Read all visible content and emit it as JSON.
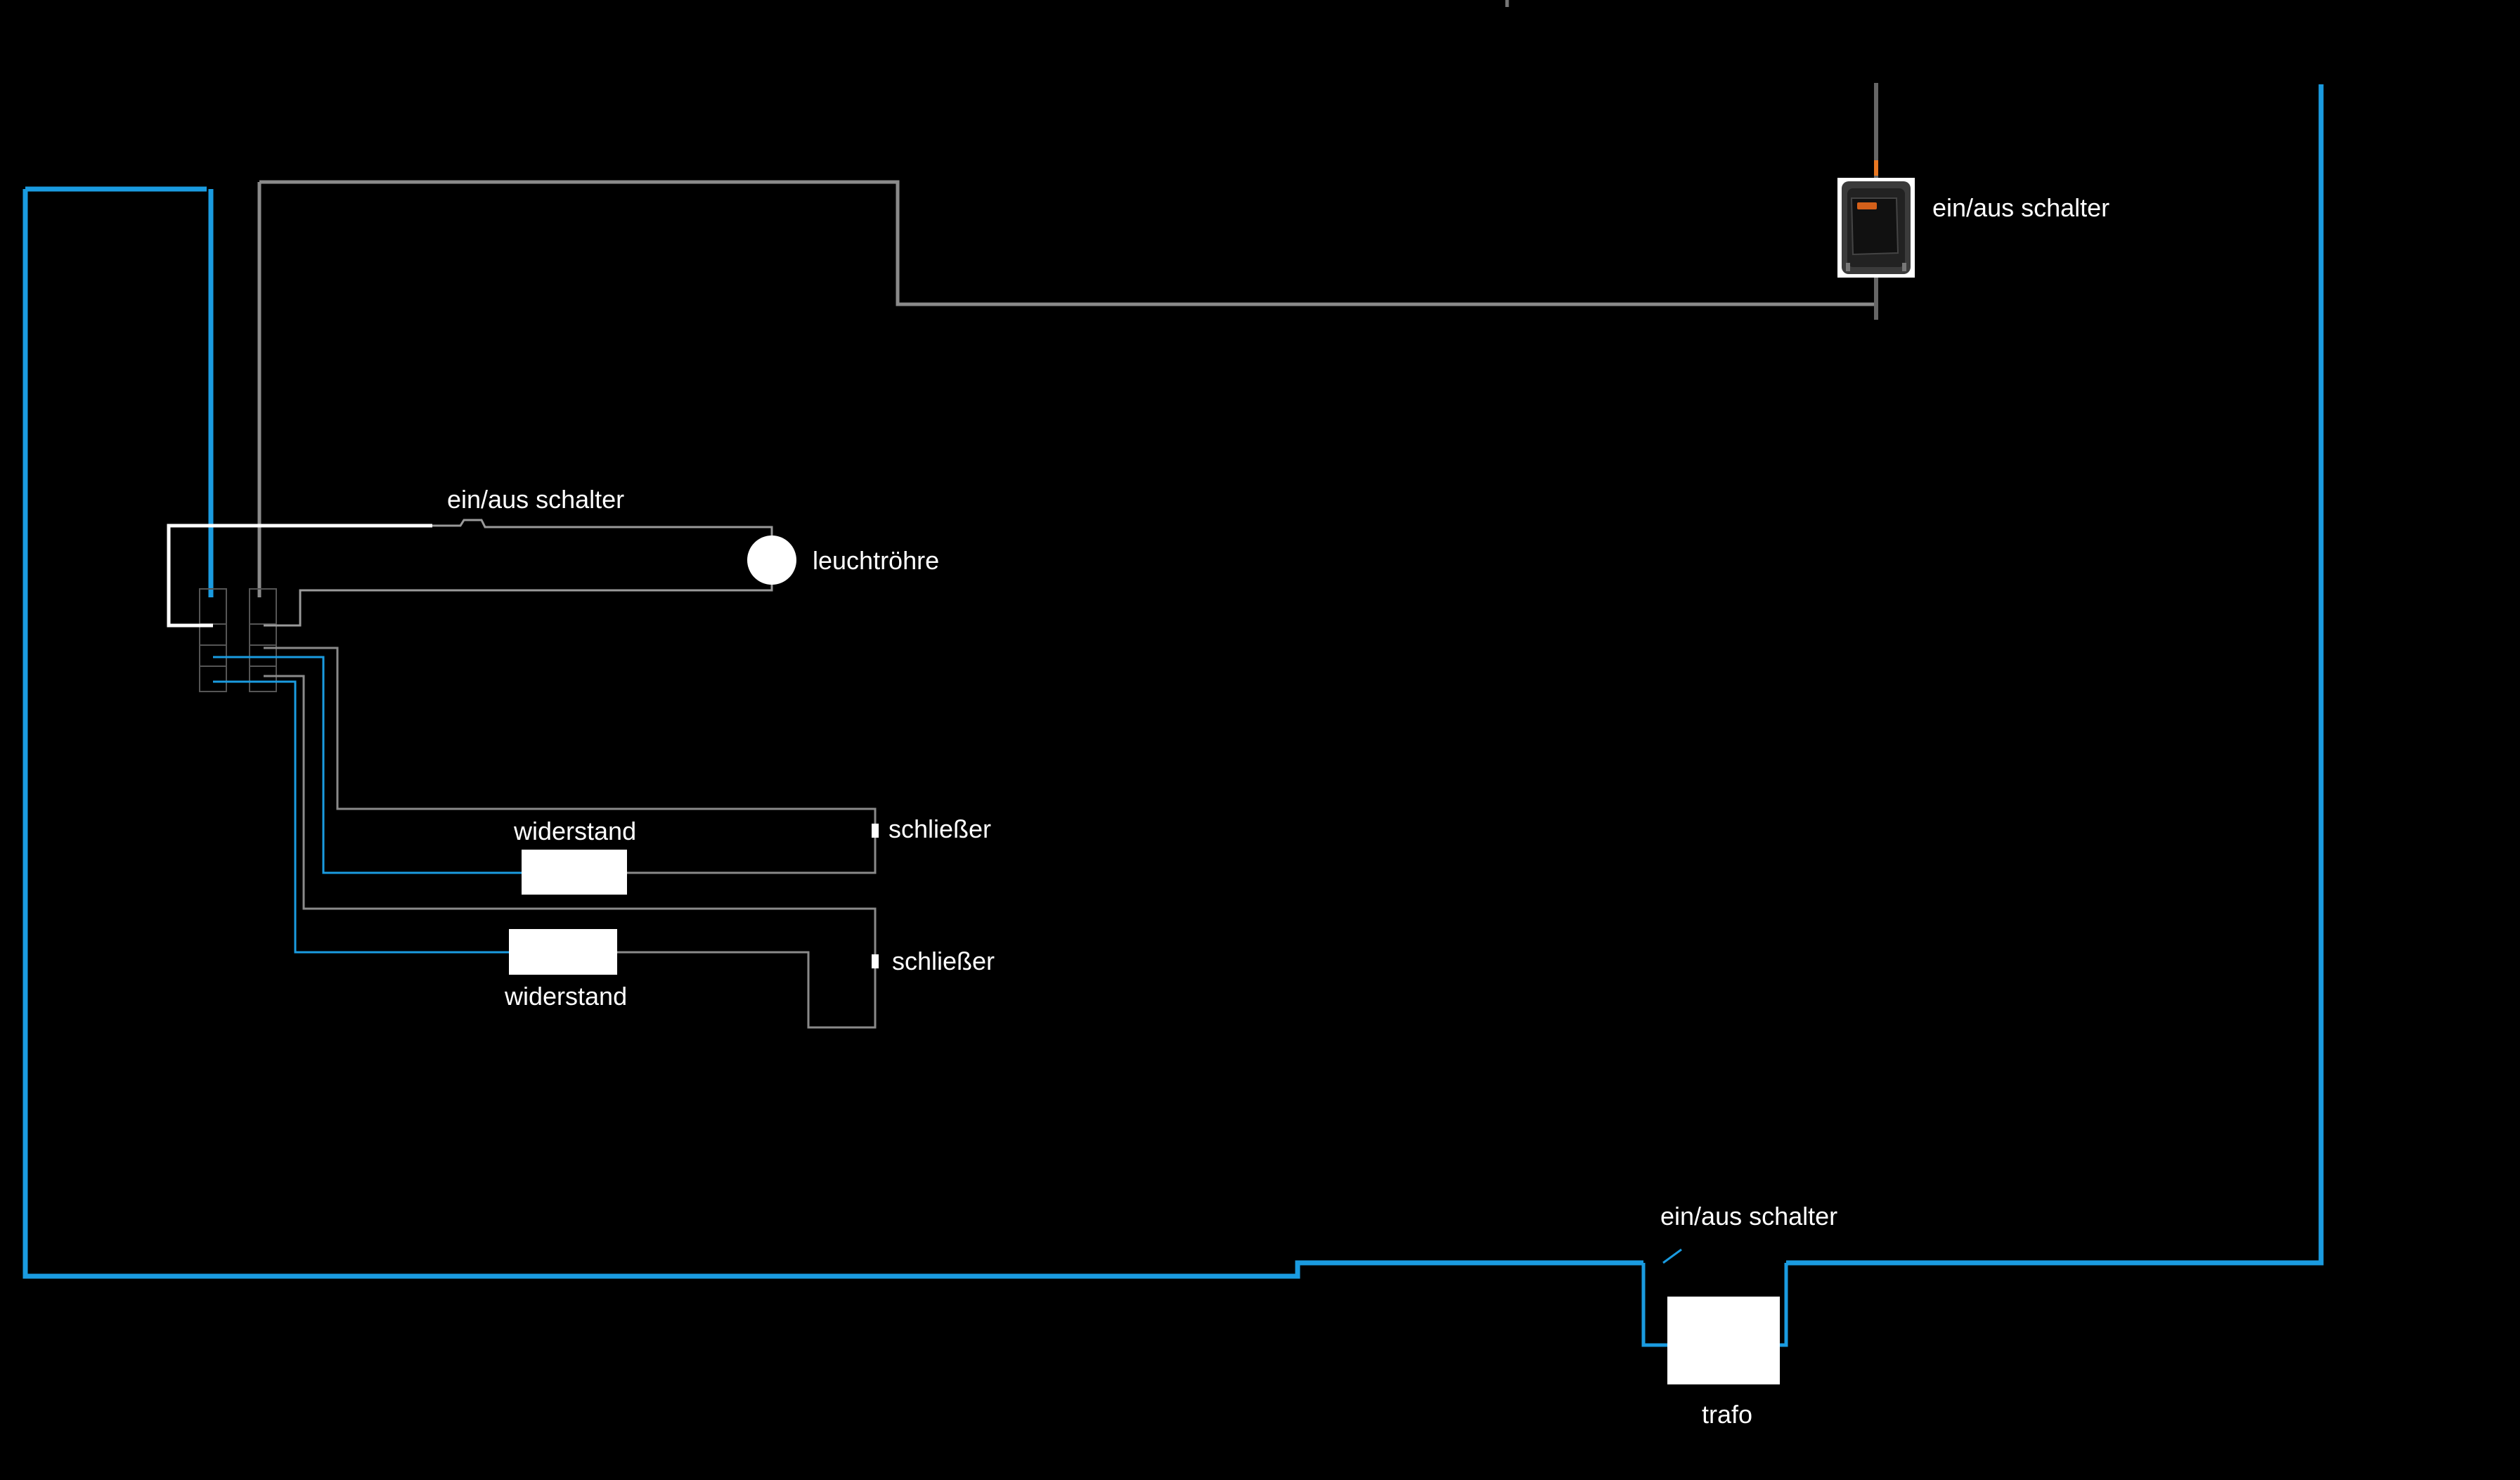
{
  "colors": {
    "background": "#000000",
    "blue_wire": "#1a9be0",
    "gray_wire": "#8a8a8a",
    "white_wire": "#ffffff",
    "component": "#ffffff",
    "label": "#ffffff"
  },
  "labels": {
    "switch_top": "ein/aus schalter",
    "switch_left": "ein/aus schalter",
    "switch_bottom": "ein/aus schalter",
    "lamp": "leuchtröhre",
    "resistor_1": "widerstand",
    "resistor_2": "widerstand",
    "closer_1": "schließer",
    "closer_2": "schließer",
    "transformer": "trafo"
  },
  "icons": {
    "rocker_switch": "rocker-switch-icon"
  }
}
